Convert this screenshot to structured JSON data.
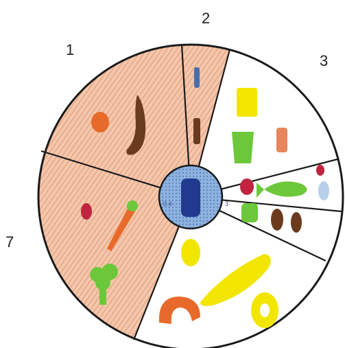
{
  "labels": {
    "section_1": "1",
    "section_2": "2",
    "section_3": "3",
    "section_7": "7"
  },
  "hub": {
    "left_mark": "0.4",
    "right_mark": "3"
  },
  "colors": {
    "orange_shade": "#e9a27a",
    "hub_blue": "#7ea7d8",
    "dark_blue": "#1f3a8f",
    "outline": "#1a1a1a",
    "yellow": "#f2e600",
    "green": "#6cc83a",
    "red": "#c0243f",
    "brown": "#6b3b1f",
    "light_blue": "#b7cfe8",
    "orange": "#e86a2a"
  },
  "icons": [
    "orange-fruit-icon",
    "banana-icon",
    "bottle-icon",
    "cheese-icon",
    "cup-icon",
    "juice-box-icon",
    "berry-icon",
    "fish-icon",
    "lettuce-icon",
    "egg-icon",
    "lemon-icon",
    "carrot-icon",
    "broccoli-icon",
    "pineapple-ring-icon",
    "sweet-potato-icon",
    "water-glass-icon"
  ]
}
